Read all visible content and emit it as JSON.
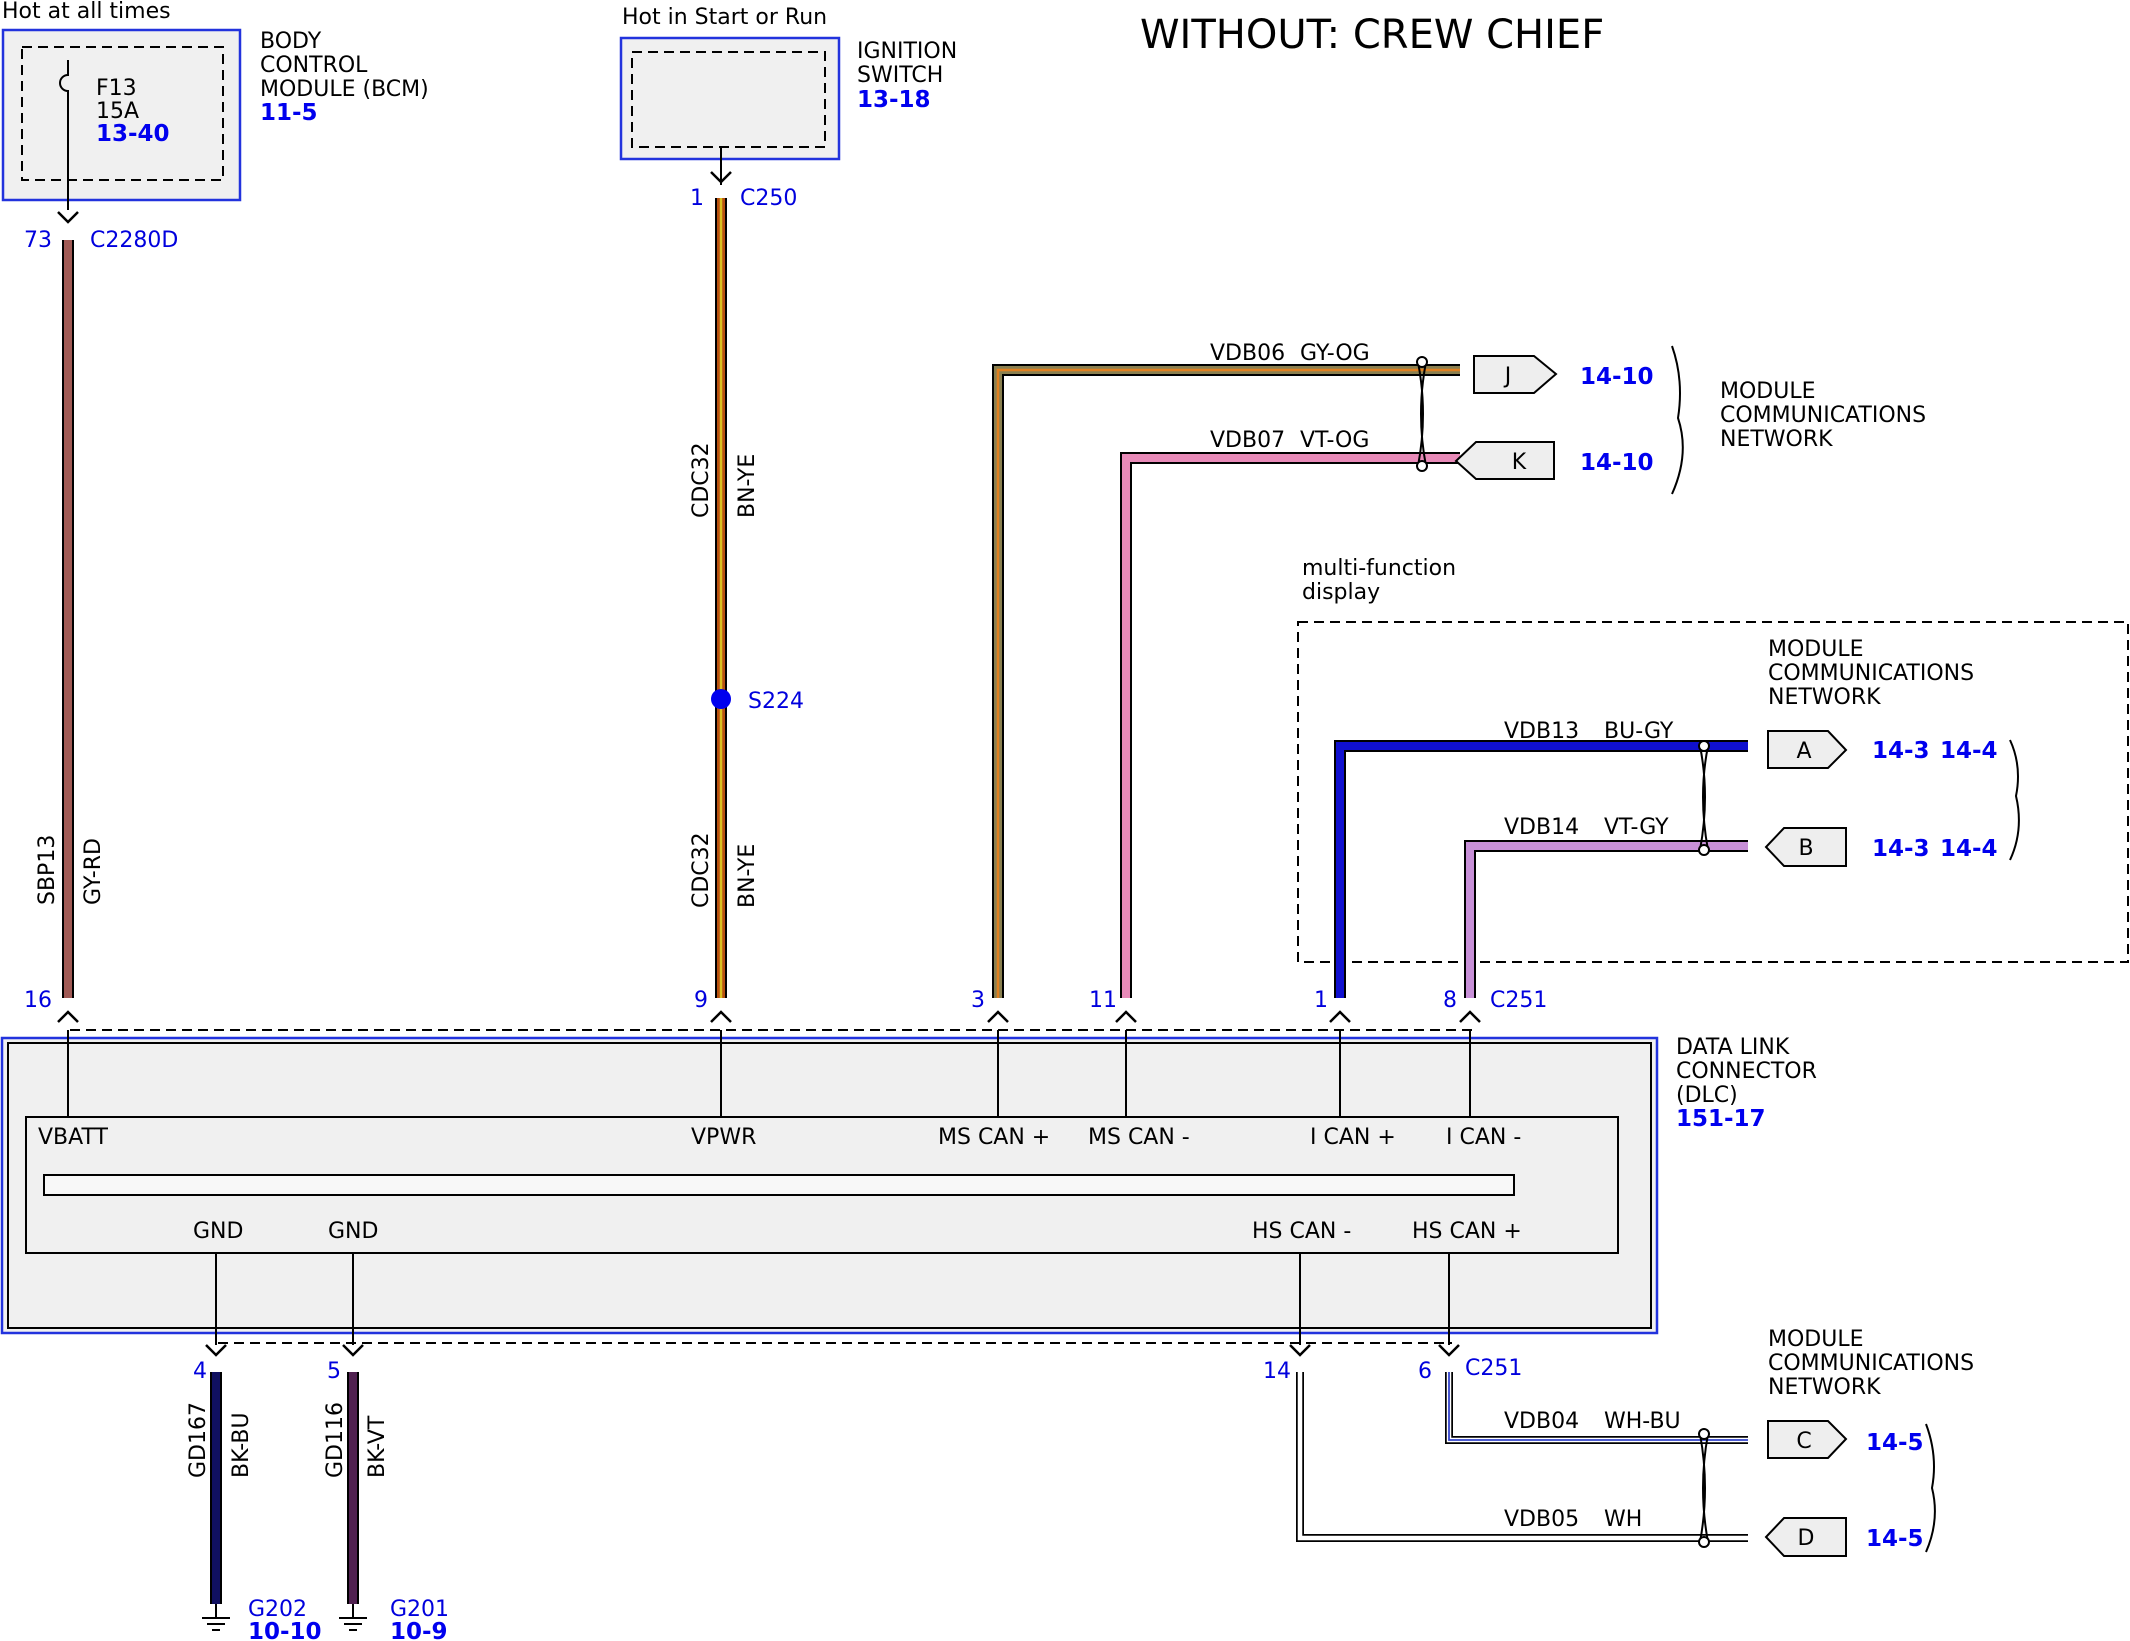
{
  "title": "WITHOUT: CREW CHIEF",
  "bcm": {
    "hot_label": "Hot at all times",
    "name_lines": [
      "BODY",
      "CONTROL",
      "MODULE (BCM)"
    ],
    "ref": "11-5",
    "fuse": "F13",
    "amps": "15A",
    "fuse_ref": "13-40"
  },
  "ignition": {
    "hot_label": "Hot in Start or Run",
    "name_lines": [
      "IGNITION",
      "SWITCH"
    ],
    "ref": "13-18"
  },
  "connectors": {
    "c2280d": {
      "pin": "73",
      "name": "C2280D"
    },
    "c250": {
      "pin": "1",
      "name": "C250"
    },
    "splice": "S224",
    "c251_top": "C251",
    "c251_bottom": "C251"
  },
  "wires": {
    "sbp13": {
      "circuit": "SBP13",
      "color": "GY-RD"
    },
    "cdc32_upper": {
      "circuit": "CDC32",
      "color": "BN-YE"
    },
    "cdc32_lower": {
      "circuit": "CDC32",
      "color": "BN-YE"
    },
    "vdb06": {
      "circuit": "VDB06",
      "color": "GY-OG"
    },
    "vdb07": {
      "circuit": "VDB07",
      "color": "VT-OG"
    },
    "vdb13": {
      "circuit": "VDB13",
      "color": "BU-GY"
    },
    "vdb14": {
      "circuit": "VDB14",
      "color": "VT-GY"
    },
    "vdb04": {
      "circuit": "VDB04",
      "color": "WH-BU"
    },
    "vdb05": {
      "circuit": "VDB05",
      "color": "WH"
    },
    "gd167": {
      "circuit": "GD167",
      "color": "BK-BU"
    },
    "gd116": {
      "circuit": "GD116",
      "color": "BK-VT"
    }
  },
  "dlc_top_pins": [
    "16",
    "9",
    "3",
    "11",
    "1",
    "8"
  ],
  "dlc_bottom_pins": [
    "4",
    "5",
    "14",
    "6"
  ],
  "dlc": {
    "name_lines": [
      "DATA LINK",
      "CONNECTOR",
      "(DLC)"
    ],
    "ref": "151-17",
    "top_labels": [
      "VBATT",
      "VPWR",
      "MS CAN +",
      "MS CAN -",
      "I CAN +",
      "I CAN -"
    ],
    "bottom_labels": [
      "GND",
      "GND",
      "HS CAN -",
      "HS CAN +"
    ]
  },
  "connectors_off_page": {
    "J": {
      "letter": "J",
      "refs": [
        "14-10"
      ]
    },
    "K": {
      "letter": "K",
      "refs": [
        "14-10"
      ]
    },
    "A": {
      "letter": "A",
      "refs": [
        "14-3",
        "14-4"
      ]
    },
    "B": {
      "letter": "B",
      "refs": [
        "14-3",
        "14-4"
      ]
    },
    "C": {
      "letter": "C",
      "refs": [
        "14-5"
      ]
    },
    "D": {
      "letter": "D",
      "refs": [
        "14-5"
      ]
    }
  },
  "network_labels": {
    "top": [
      "MODULE",
      "COMMUNICATIONS",
      "NETWORK"
    ],
    "mfd": [
      "MODULE",
      "COMMUNICATIONS",
      "NETWORK"
    ],
    "bottom": [
      "MODULE",
      "COMMUNICATIONS",
      "NETWORK"
    ]
  },
  "mfd_label": [
    "multi-function",
    "display"
  ],
  "grounds": {
    "g202": {
      "name": "G202",
      "ref": "10-10"
    },
    "g201": {
      "name": "G201",
      "ref": "10-9"
    }
  },
  "wire_colors": {
    "gy_rd": "#a05a55",
    "bn_ye": "#b85010",
    "gy_og": "#8a8050",
    "vt_og": "#e88ab8",
    "bu_gy": "#1010d0",
    "vt_gy": "#c890d8",
    "wh_bu": "#3344cc",
    "bk_bu": "#101060",
    "bk_vt": "#502050",
    "blue": "#0000dd"
  }
}
